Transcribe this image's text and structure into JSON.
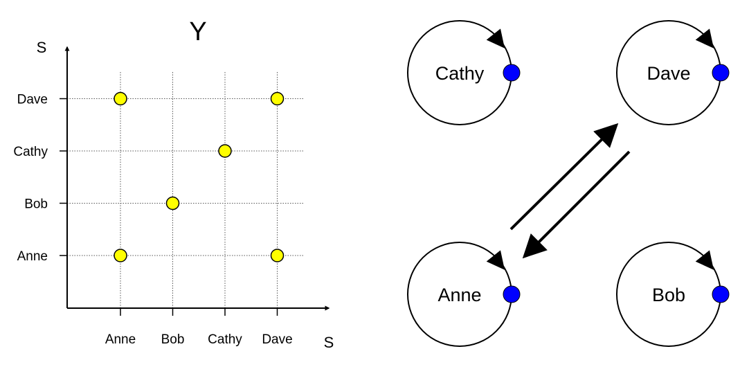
{
  "chart_data": {
    "type": "scatter",
    "title": "Y",
    "xlabel": "S",
    "ylabel": "S",
    "categories": [
      "Anne",
      "Bob",
      "Cathy",
      "Dave"
    ],
    "x_categories": [
      "Anne",
      "Bob",
      "Cathy",
      "Dave"
    ],
    "y_categories": [
      "Anne",
      "Bob",
      "Cathy",
      "Dave"
    ],
    "points": [
      {
        "x": "Anne",
        "y": "Anne"
      },
      {
        "x": "Anne",
        "y": "Dave"
      },
      {
        "x": "Bob",
        "y": "Bob"
      },
      {
        "x": "Cathy",
        "y": "Cathy"
      },
      {
        "x": "Dave",
        "y": "Anne"
      },
      {
        "x": "Dave",
        "y": "Dave"
      }
    ],
    "grid": true,
    "point_color": "#ffff00"
  },
  "graph": {
    "nodes": [
      {
        "id": "Cathy",
        "label": "Cathy",
        "self_loop": true
      },
      {
        "id": "Dave",
        "label": "Dave",
        "self_loop": true
      },
      {
        "id": "Anne",
        "label": "Anne",
        "self_loop": true
      },
      {
        "id": "Bob",
        "label": "Bob",
        "self_loop": true
      }
    ],
    "edges": [
      {
        "from": "Anne",
        "to": "Dave"
      },
      {
        "from": "Dave",
        "to": "Anne"
      }
    ],
    "loop_dot_color": "#0000ff"
  }
}
